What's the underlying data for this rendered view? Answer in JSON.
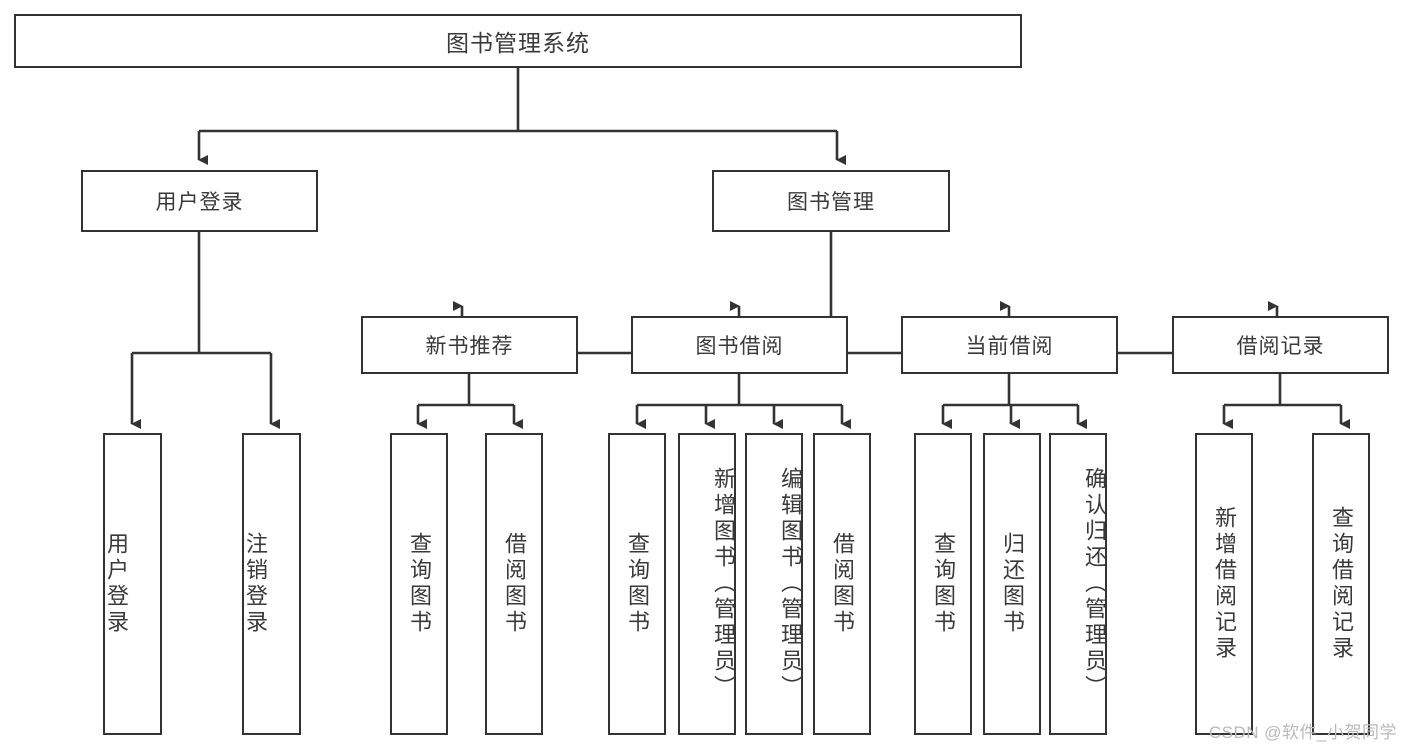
{
  "diagram": {
    "title": "图书管理系统",
    "type": "tree",
    "colors": {
      "background": "#ffffff",
      "box_border": "#333333",
      "box_fill": "#ffffff",
      "text": "#3a3a3a",
      "edge": "#333333",
      "watermark": "#b9b9b9"
    },
    "root": {
      "label": "图书管理系统"
    },
    "level1": [
      {
        "label": "用户登录"
      },
      {
        "label": "图书管理"
      }
    ],
    "level2": [
      {
        "label": "新书推荐"
      },
      {
        "label": "图书借阅"
      },
      {
        "label": "当前借阅"
      },
      {
        "label": "借阅记录"
      }
    ],
    "leaves": {
      "user_login": [
        {
          "label": "用户登录"
        },
        {
          "label": "注销登录"
        }
      ],
      "new_book_recommend": [
        {
          "label": "查询图书"
        },
        {
          "label": "借阅图书"
        }
      ],
      "book_borrow": [
        {
          "label": "查询图书"
        },
        {
          "label": "新增图书（管理员）"
        },
        {
          "label": "编辑图书（管理员）"
        },
        {
          "label": "借阅图书"
        }
      ],
      "current_borrow": [
        {
          "label": "查询图书"
        },
        {
          "label": "归还图书"
        },
        {
          "label": "确认归还（管理员）"
        }
      ],
      "borrow_record": [
        {
          "label": "新增借阅记录"
        },
        {
          "label": "查询借阅记录"
        }
      ]
    }
  },
  "watermark": {
    "text": "CSDN @软件_小贺同学"
  }
}
